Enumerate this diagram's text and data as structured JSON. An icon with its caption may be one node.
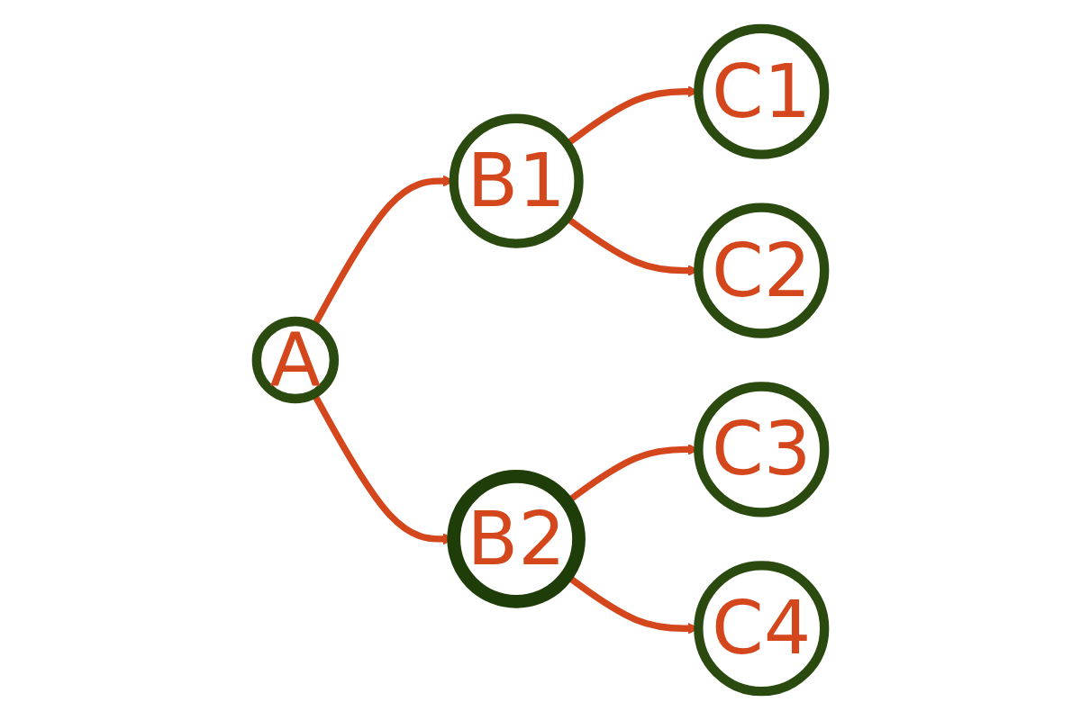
{
  "diagram": {
    "nodes": [
      {
        "text": [
          "A"
        ]
      },
      {
        "text": [
          "B1"
        ]
      },
      {
        "text": [
          "B2"
        ]
      },
      {
        "text": [
          "C1"
        ]
      },
      {
        "text": [
          "C2"
        ]
      },
      {
        "text": [
          "C3"
        ]
      },
      {
        "text": [
          "C4"
        ]
      }
    ],
    "edges": [
      {
        "from": 0,
        "to": 1,
        "arrow": "to"
      },
      {
        "from": 0,
        "to": 2,
        "arrow": "to"
      },
      {
        "from": 1,
        "to": 3,
        "arrow": "to"
      },
      {
        "from": 1,
        "to": 4,
        "arrow": "to"
      },
      {
        "from": 2,
        "to": 5,
        "arrow": "to"
      },
      {
        "from": 2,
        "to": 6,
        "arrow": "to"
      }
    ]
  }
}
